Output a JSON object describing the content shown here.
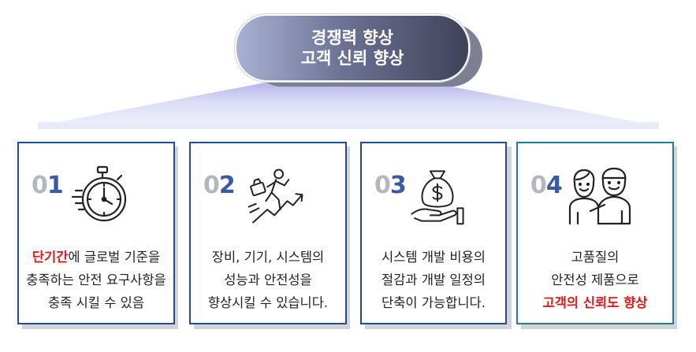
{
  "header": {
    "line1": "경쟁력 향상",
    "line2": "고객 신뢰 향상"
  },
  "cards": [
    {
      "num_prefix": "0",
      "num_suffix": "1",
      "icon": "stopwatch-icon",
      "desc_red": "단기간",
      "desc_l1_rest": "에  글로벌 기준을",
      "desc_l2": "충족하는 안전 요구사항을",
      "desc_l3": "충족 시킬 수 있음"
    },
    {
      "num_prefix": "0",
      "num_suffix": "2",
      "icon": "businessman-climbing-growth-icon",
      "desc_l1": "장비, 기기, 시스템의",
      "desc_l2": "성능과 안전성을",
      "desc_l3": "향상시킬 수 있습니다."
    },
    {
      "num_prefix": "0",
      "num_suffix": "3",
      "icon": "money-bag-hand-icon",
      "desc_l1": "시스템 개발 비용의",
      "desc_l2": "절감과 개발 일정의",
      "desc_l3": "단축이 가능합니다."
    },
    {
      "num_prefix": "0",
      "num_suffix": "4",
      "icon": "two-people-icon",
      "desc_l1": "고품질의",
      "desc_l2": "안전성 제품으로",
      "desc_l3_red": "고객의 신뢰도 향상"
    }
  ],
  "colors": {
    "card_border": "#1f4f92",
    "card4_border": "#1f7f8f",
    "number_gray": "#b4b7bf",
    "number_blue": "#3a5aa8",
    "highlight_red": "#e01a1a"
  }
}
